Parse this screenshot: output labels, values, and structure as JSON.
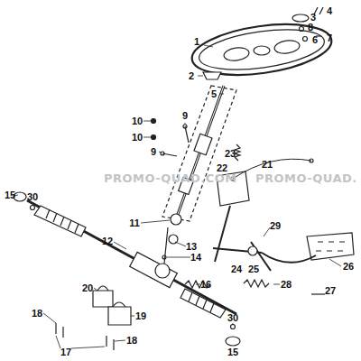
{
  "diagram": {
    "labels": [
      "4",
      "3",
      "8",
      "7",
      "6",
      "1",
      "2",
      "5",
      "10",
      "10",
      "9",
      "9",
      "23",
      "22",
      "21",
      "15",
      "30",
      "11",
      "29",
      "12",
      "13",
      "14",
      "24",
      "25",
      "26",
      "27",
      "16",
      "28",
      "20",
      "19",
      "18",
      "18",
      "17",
      "30",
      "15",
      "PROMO-QUAD.COM",
      "PROMO-QUAD."
    ]
  }
}
